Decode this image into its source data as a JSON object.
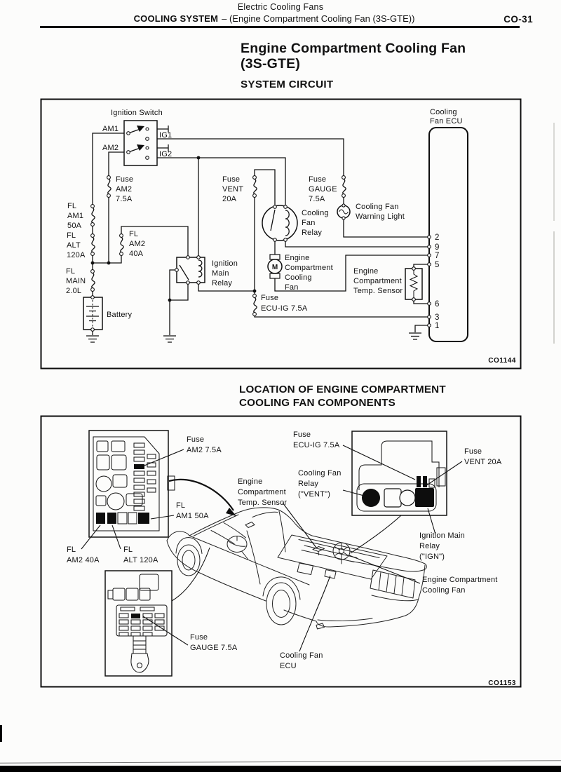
{
  "header": {
    "doc_title": "Electric Cooling Fans",
    "section": "COOLING SYSTEM",
    "section_suffix": "– (Engine Compartment Cooling Fan (3S-GTE))",
    "page_code": "CO-31"
  },
  "main": {
    "title_line1": "Engine Compartment Cooling Fan",
    "title_line2": "(3S-GTE)",
    "circuit_heading": "SYSTEM CIRCUIT",
    "location_heading1": "LOCATION OF ENGINE COMPARTMENT",
    "location_heading2": "COOLING FAN COMPONENTS"
  },
  "circuit": {
    "figure_code": "CO1144",
    "ignition_switch": "Ignition Switch",
    "am1": "AM1",
    "am2": "AM2",
    "ig1": "IG1",
    "ig2": "IG2",
    "fuse_am2": [
      "Fuse",
      "AM2",
      "7.5A"
    ],
    "fl_am1": [
      "FL",
      "AM1",
      "50A"
    ],
    "fl_alt": [
      "FL",
      "ALT",
      "120A"
    ],
    "fl_am2": [
      "FL",
      "AM2",
      "40A"
    ],
    "fl_main": [
      "FL",
      "MAIN",
      "2.0L"
    ],
    "battery": "Battery",
    "ignition_main_relay": [
      "Ignition",
      "Main",
      "Relay"
    ],
    "fuse_vent": [
      "Fuse",
      "VENT",
      "20A"
    ],
    "cooling_fan_relay": [
      "Cooling",
      "Fan",
      "Relay"
    ],
    "fuse_gauge": [
      "Fuse",
      "GAUGE",
      "7.5A"
    ],
    "warning_light": [
      "Cooling Fan",
      "Warning Light"
    ],
    "engine_fan": [
      "Engine",
      "Compartment",
      "Cooling",
      "Fan"
    ],
    "fuse_ecu_ig": [
      "Fuse",
      "ECU-IG 7.5A"
    ],
    "temp_sensor": [
      "Engine",
      "Compartment",
      "Temp. Sensor"
    ],
    "ecu_label": [
      "Cooling",
      "Fan ECU"
    ],
    "motor_m": "M",
    "pins": [
      "2",
      "9",
      "7",
      "5",
      "6",
      "3",
      "1"
    ]
  },
  "location": {
    "figure_code": "CO1153",
    "fuse_am2": [
      "Fuse",
      "AM2 7.5A"
    ],
    "fl_am1": [
      "FL",
      "AM1 50A"
    ],
    "fl_am2": [
      "FL",
      "AM2 40A"
    ],
    "fl_alt": [
      "FL",
      "ALT 120A"
    ],
    "fuse_ecu_ig": [
      "Fuse",
      "ECU-IG 7.5A"
    ],
    "fuse_vent": [
      "Fuse",
      "VENT 20A"
    ],
    "cooling_fan_relay": [
      "Cooling Fan",
      "Relay",
      "(\"VENT\")"
    ],
    "ignition_main_relay": [
      "Ignition Main",
      "Relay",
      "(\"IGN\")"
    ],
    "temp_sensor": [
      "Engine",
      "Compartment",
      "Temp. Sensor"
    ],
    "engine_fan": [
      "Engine Compartment",
      "Cooling Fan"
    ],
    "fuse_gauge": [
      "Fuse",
      "GAUGE 7.5A"
    ],
    "cooling_fan_ecu": [
      "Cooling Fan",
      "ECU"
    ]
  }
}
